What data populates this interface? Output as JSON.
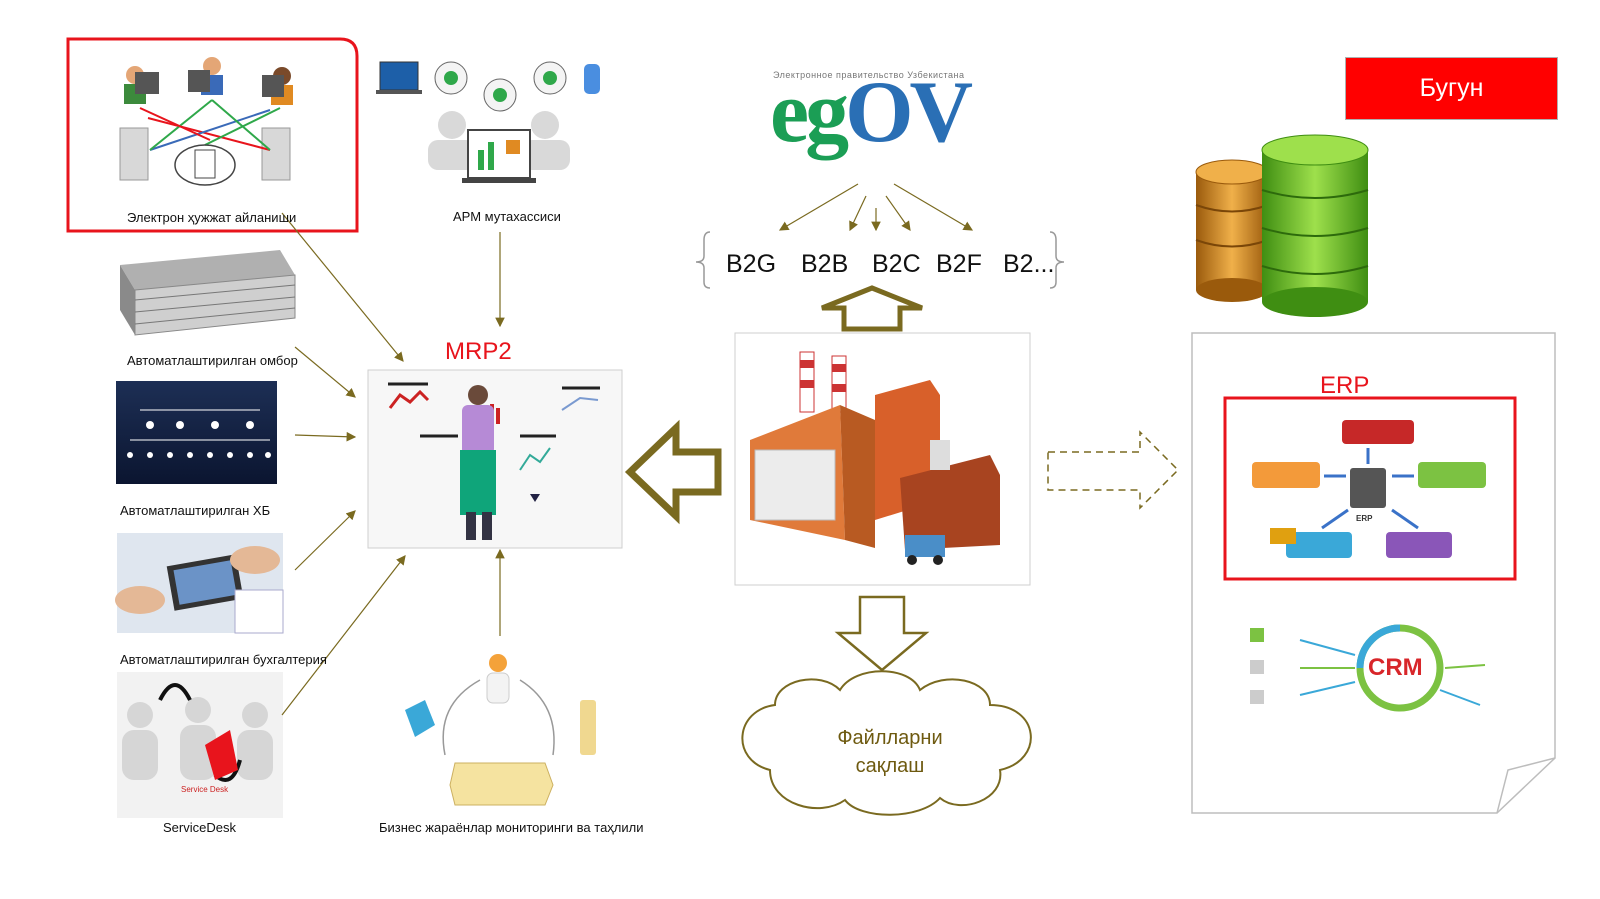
{
  "today_badge": "Бугун",
  "egov": {
    "subtitle": "Электронное правительство Узбекистана",
    "logo": "eGOV"
  },
  "b2_items": [
    "B2G",
    "B2B",
    "B2C",
    "B2F",
    "B2..."
  ],
  "mrp2_title": "MRP2",
  "erp_title": "ERP",
  "crm_label": "CRM",
  "erp_inner_label": "ERP",
  "cloud_text_line1": "Файлларни",
  "cloud_text_line2": "сақлаш",
  "captions": {
    "edoc": "Электрон ҳужжат айланиши",
    "arm": "АРМ мутахассиси",
    "warehouse": "Автоматлаштирилган омбор",
    "hb": "Автоматлаштирилган ХБ",
    "accounting": "Автоматлаштирилган бухгалтерия",
    "servicedesk": "ServiceDesk",
    "bpm": "Бизнес жараёнлар мониторинги ва таҳлили"
  },
  "servicedesk_inner": "Service Desk",
  "colors": {
    "red": "#e8141c",
    "arrow_olive": "#6e5a10",
    "green_db": "#5aa81e",
    "orange_db": "#c97a18"
  }
}
